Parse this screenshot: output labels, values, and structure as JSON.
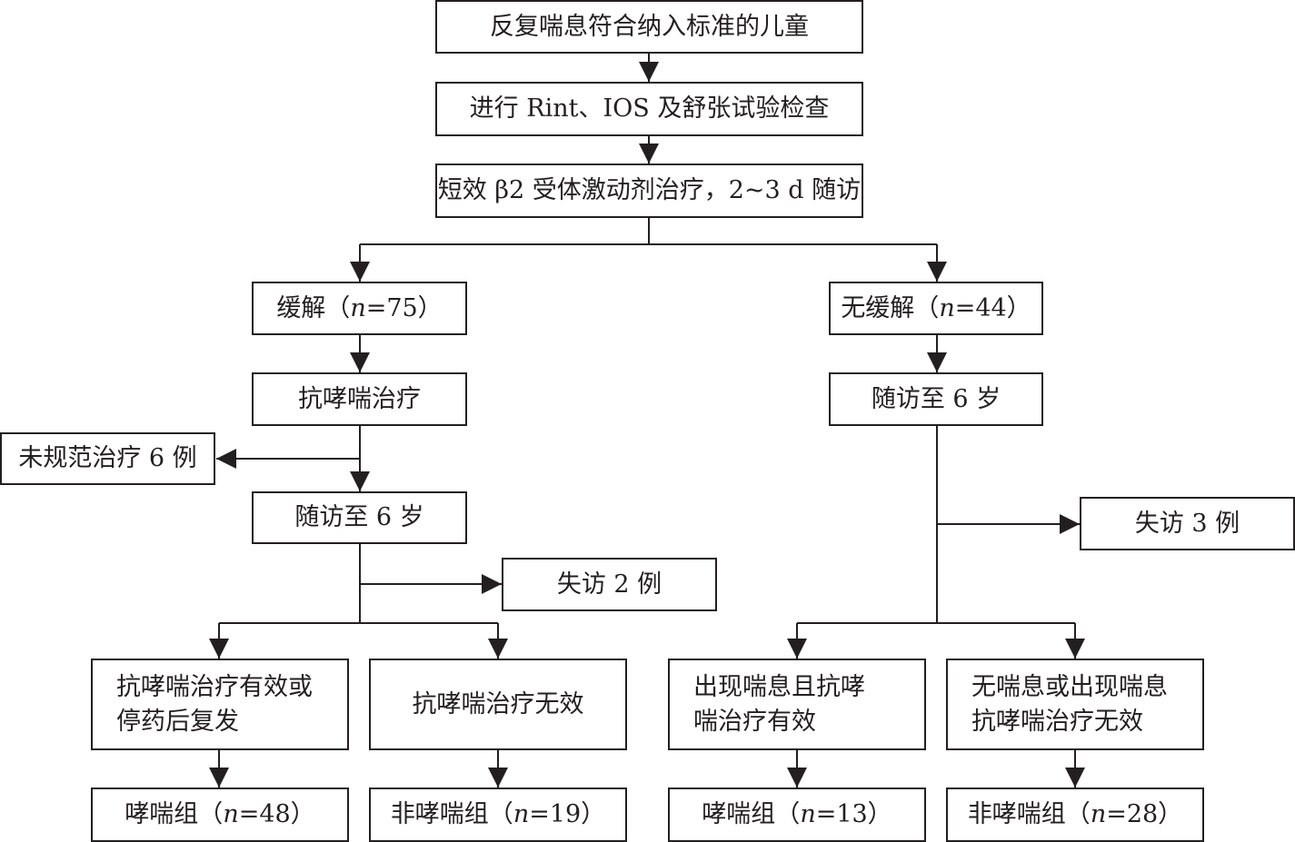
{
  "flowchart": {
    "step_enroll": "反复喘息符合纳入标准的儿童",
    "step_tests": "进行 Rint、IOS 及舒张试验检查",
    "step_saba": "短效 β2 受体激动剂治疗，2~3 d 随访",
    "remission": {
      "prefix": "缓解（",
      "var": "n",
      "value": "=75）"
    },
    "no_remission": {
      "prefix": "无缓解（",
      "var": "n",
      "value": "=44）"
    },
    "anti_asthma_treatment": "抗哮喘治疗",
    "irregular_treatment": "未规范治疗 6 例",
    "followup_left": "随访至 6 岁",
    "followup_right": "随访至 6 岁",
    "lost_left": "失访 2 例",
    "lost_right": "失访 3 例",
    "outcome_l1": "抗哮喘治疗有效或\n停药后复发",
    "outcome_l2": "抗哮喘治疗无效",
    "outcome_r1": "出现喘息且抗哮\n喘治疗有效",
    "outcome_r2": "无喘息或出现喘息\n抗哮喘治疗无效",
    "group_l1": {
      "prefix": "哮喘组（",
      "var": "n",
      "value": "=48）"
    },
    "group_l2": {
      "prefix": "非哮喘组（",
      "var": "n",
      "value": "=19）"
    },
    "group_r1": {
      "prefix": "哮喘组（",
      "var": "n",
      "value": "=13）"
    },
    "group_r2": {
      "prefix": "非哮喘组（",
      "var": "n",
      "value": "=28）"
    }
  }
}
